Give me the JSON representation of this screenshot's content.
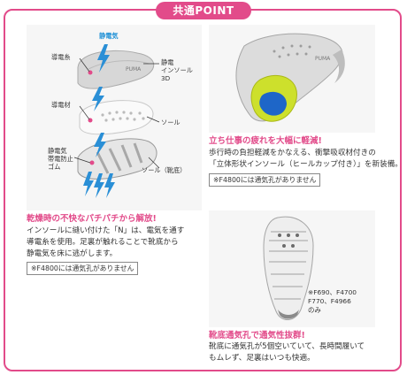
{
  "badge": "共通POINT",
  "colors": {
    "accent": "#e24b8a",
    "static_blue": "#1e90d6",
    "panel_bg": "#f6f6f6"
  },
  "diagram": {
    "label_static": "静電気",
    "label_thread": "導電糸",
    "label_insole": [
      "静電",
      "インソール",
      "3D"
    ],
    "label_material": "導電材",
    "label_sole": "ソール",
    "label_rubber": [
      "静電気",
      "帯電防止",
      "ゴム"
    ],
    "label_outsole": "ソール（靴底）"
  },
  "antistatic": {
    "heading": "乾燥時の不快なパチパチから解放!",
    "lines": [
      "インソールに縫い付けた「N」は、電気を通す",
      "導電糸を使用。足裏が触れることで靴底から",
      "静電気を床に逃がします。"
    ],
    "note": "※F4800には通気孔がありません"
  },
  "cushion": {
    "heading": "立ち仕事の疲れを大幅に軽減!",
    "lines": [
      "歩行時の負担軽減をかなえる、衝撃吸収材付きの",
      "「立体形状インソール（ヒールカップ付き）」を新装備。"
    ],
    "note": "※F4800には通気孔がありません"
  },
  "ventilation": {
    "models": [
      "※F690、F4700",
      "F770、F4966",
      "のみ"
    ],
    "heading": "靴底通気孔で通気性抜群!",
    "lines": [
      "靴底に通気孔が5個空いていて、長時間履いて",
      "もムレず、足裏はいつも快適。"
    ]
  }
}
